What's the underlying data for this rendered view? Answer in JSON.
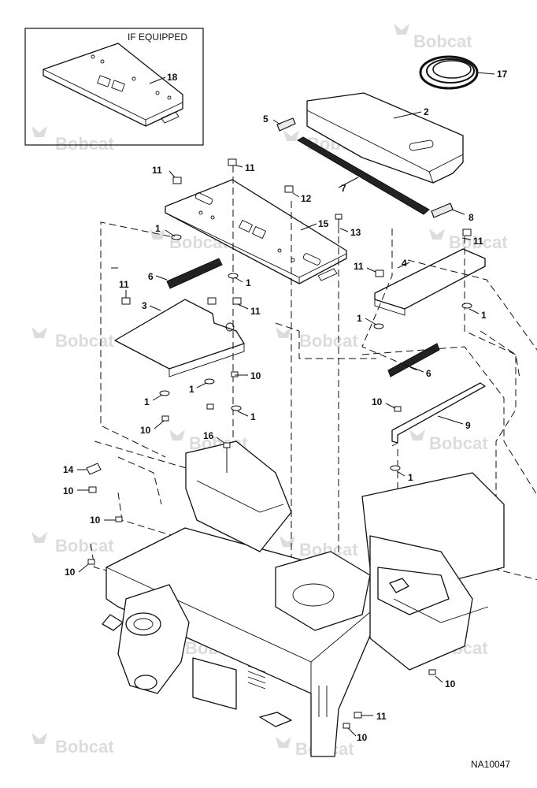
{
  "inset": {
    "label": "IF EQUIPPED"
  },
  "watermark": {
    "text": "Bobcat"
  },
  "drawing_id": "NA10047",
  "callouts": [
    {
      "n": "18"
    },
    {
      "n": "17"
    },
    {
      "n": "5"
    },
    {
      "n": "2"
    },
    {
      "n": "11"
    },
    {
      "n": "11"
    },
    {
      "n": "7"
    },
    {
      "n": "12"
    },
    {
      "n": "8"
    },
    {
      "n": "15"
    },
    {
      "n": "13"
    },
    {
      "n": "1"
    },
    {
      "n": "11"
    },
    {
      "n": "6"
    },
    {
      "n": "11"
    },
    {
      "n": "4"
    },
    {
      "n": "1"
    },
    {
      "n": "11"
    },
    {
      "n": "3"
    },
    {
      "n": "11"
    },
    {
      "n": "1"
    },
    {
      "n": "1"
    },
    {
      "n": "10"
    },
    {
      "n": "1"
    },
    {
      "n": "1"
    },
    {
      "n": "6"
    },
    {
      "n": "10"
    },
    {
      "n": "1"
    },
    {
      "n": "10"
    },
    {
      "n": "9"
    },
    {
      "n": "16"
    },
    {
      "n": "14"
    },
    {
      "n": "10"
    },
    {
      "n": "1"
    },
    {
      "n": "10"
    },
    {
      "n": "10"
    },
    {
      "n": "10"
    },
    {
      "n": "11"
    },
    {
      "n": "10"
    }
  ]
}
